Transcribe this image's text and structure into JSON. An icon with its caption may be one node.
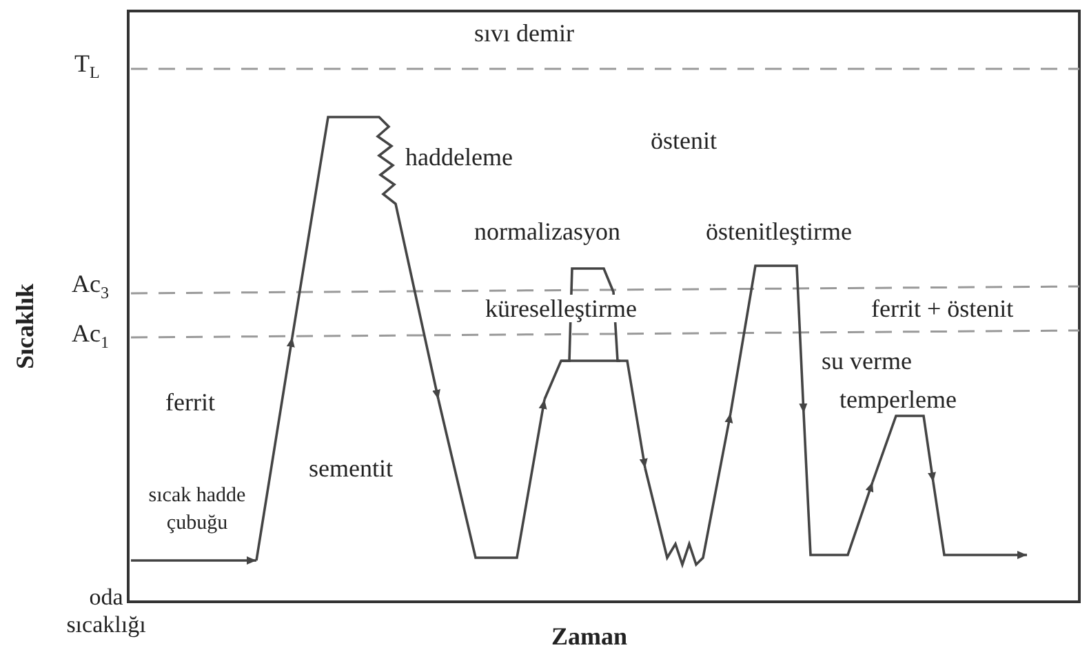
{
  "diagram": {
    "labels": [
      "sıvı demir",
      "T$_{L}$",
      "haddeleme",
      "östenit",
      "normalizasyon",
      "östenitleştirme",
      "Ac$_{3}$",
      "küreselleştirme",
      "ferrit + östenit",
      "Ac$_{1}$",
      "su verme",
      "temperleme",
      "ferrit",
      "sementit",
      "sıcak hadde çubuğu",
      "oda sıcaklığı",
      "Sıcaklık",
      "Zaman"
    ]
  }
}
